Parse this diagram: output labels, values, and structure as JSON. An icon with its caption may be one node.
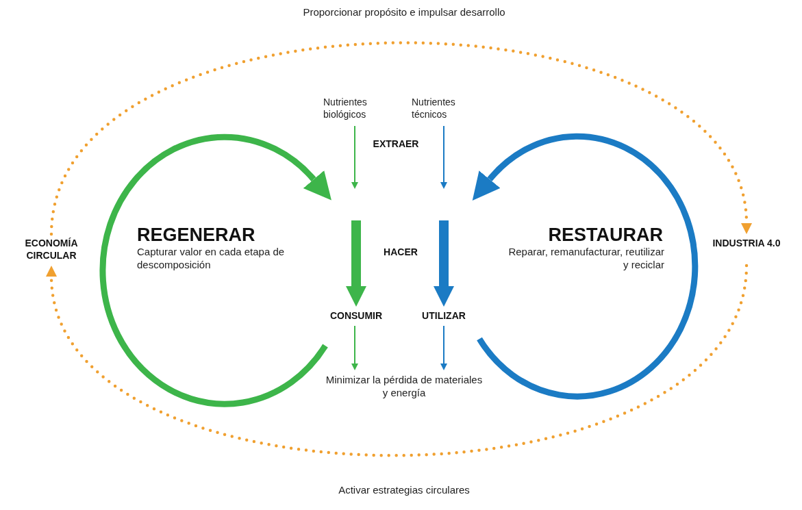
{
  "diagram": {
    "nodes": [
      {
        "text": [
          "ECONOMÍA CIRCULAR"
        ]
      },
      {
        "text": [
          "INDUSTRIA 4.0"
        ]
      },
      {
        "text": [
          "Nutrientes biológicos"
        ]
      },
      {
        "text": [
          "Nutrientes técnicos"
        ]
      },
      {
        "text": [
          "CONSUMIR"
        ]
      },
      {
        "text": [
          "UTILIZAR"
        ]
      },
      {
        "text": [
          "Minimizar la pérdida de materiales y energía"
        ]
      }
    ],
    "edges": [
      {
        "from": 0,
        "to": 1,
        "arrow": "to",
        "label": "Proporcionar propósito e impulsar desarrollo",
        "style": "dashed",
        "color": "#f0a030"
      },
      {
        "from": 1,
        "to": 0,
        "arrow": "to",
        "label": "Activar estrategias circulares",
        "style": "dashed",
        "color": "#f0a030"
      },
      {
        "from": 2,
        "to": null,
        "arrow": "to",
        "color": "#3db54a"
      },
      {
        "from": 3,
        "to": null,
        "arrow": "to",
        "color": "#1b7bc4"
      },
      {
        "from": null,
        "to": 4,
        "arrow": "to",
        "style": "thick",
        "color": "#3db54a"
      },
      {
        "from": null,
        "to": 5,
        "arrow": "to",
        "style": "thick",
        "color": "#1b7bc4"
      },
      {
        "from": 4,
        "to": 6,
        "arrow": "to",
        "color": "#3db54a"
      },
      {
        "from": 5,
        "to": 6,
        "arrow": "to",
        "color": "#1b7bc4"
      }
    ],
    "labels": [
      "EXTRAER",
      "REGENERAR",
      "Capturar valor en cada etapa de descomposición",
      "HACER",
      "RESTAURAR",
      "Reparar, remanufacturar, reutilizar y reciclar"
    ]
  }
}
